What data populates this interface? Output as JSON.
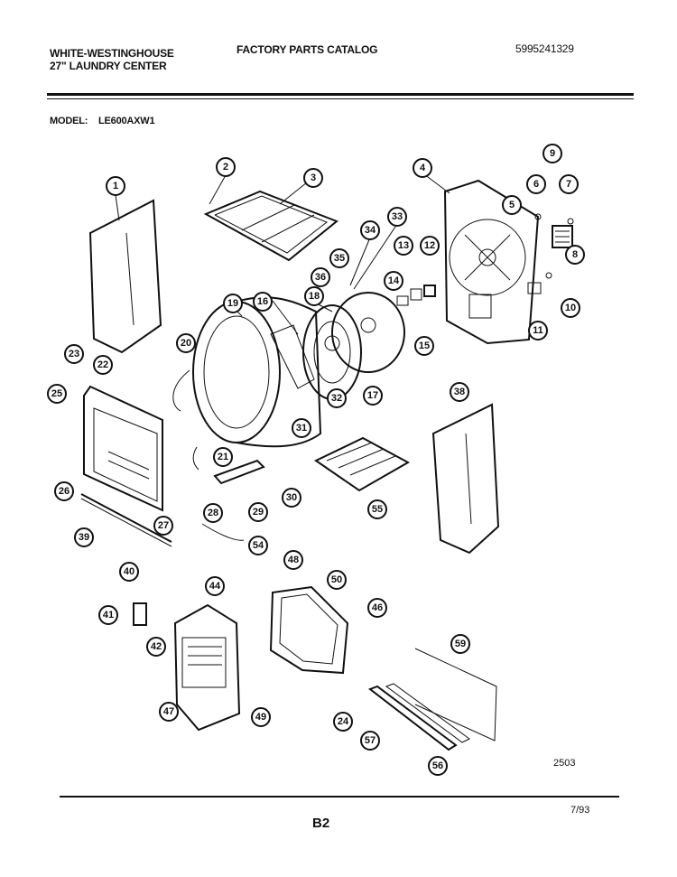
{
  "header": {
    "brand": "WHITE-WESTINGHOUSE",
    "subtitle": "27\" LAUNDRY CENTER",
    "catalog_title": "FACTORY PARTS CATALOG",
    "part_number": "5995241329"
  },
  "model": {
    "label": "MODEL:",
    "value": "LE600AXW1"
  },
  "diagram": {
    "code": "2503",
    "callouts": [
      "1",
      "2",
      "3",
      "4",
      "5",
      "6",
      "7",
      "9",
      "8",
      "10",
      "11",
      "12",
      "13",
      "14",
      "15",
      "16",
      "17",
      "18",
      "19",
      "20",
      "21",
      "22",
      "23",
      "24",
      "25",
      "26",
      "27",
      "28",
      "29",
      "30",
      "31",
      "32",
      "33",
      "34",
      "35",
      "36",
      "38",
      "39",
      "40",
      "41",
      "42",
      "44",
      "46",
      "47",
      "48",
      "49",
      "50",
      "54",
      "55",
      "56",
      "57",
      "59"
    ]
  },
  "footer": {
    "page": "B2",
    "date": "7/93"
  }
}
